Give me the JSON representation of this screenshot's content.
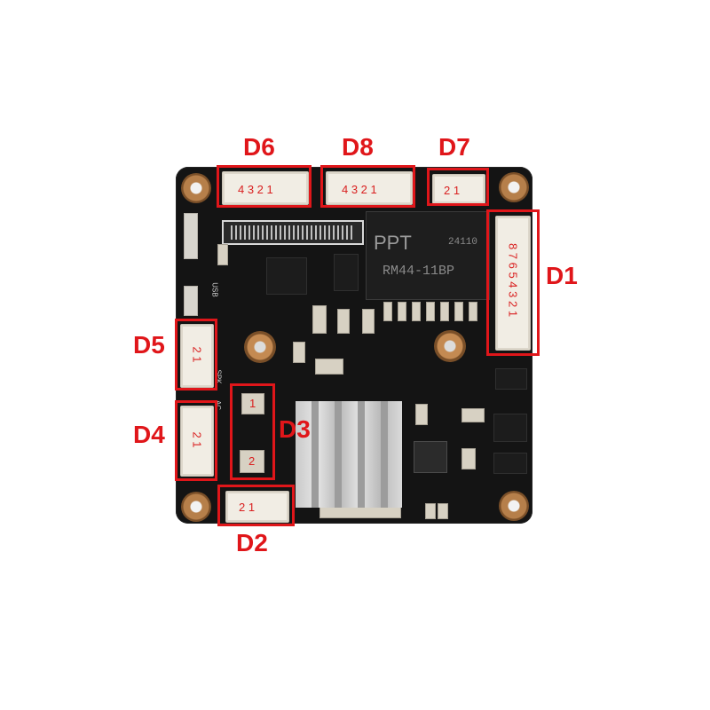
{
  "labels": {
    "d1": "D1",
    "d2": "D2",
    "d3": "D3",
    "d4": "D4",
    "d5": "D5",
    "d6": "D6",
    "d7": "D7",
    "d8": "D8"
  },
  "pins": {
    "d6": "4 3 2 1",
    "d8": "4 3 2 1",
    "d7": "2 1",
    "d1": "8 7 6 5 4 3 2 1",
    "d5": "2 1",
    "d4": "2 1",
    "d3_top": "1",
    "d3_bottom": "2",
    "d2": "2 1"
  },
  "board_text": {
    "brand": "PPT",
    "part_code": "24110",
    "part_number": "RM44-11BP",
    "usb": "USB",
    "spk": "SPK",
    "ac": "AC"
  },
  "colors": {
    "callout": "#e0161a",
    "board": "#141414",
    "connector": "#f1ede4"
  }
}
